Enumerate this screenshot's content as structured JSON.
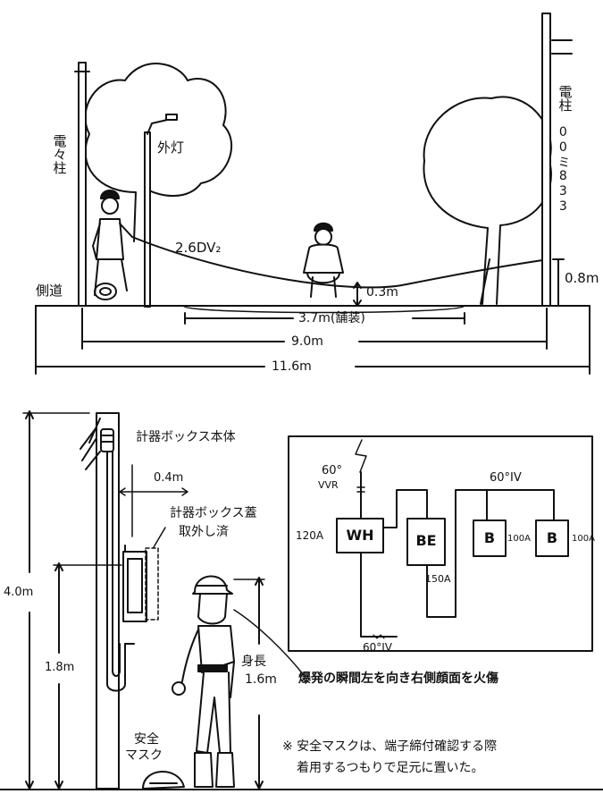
{
  "top": {
    "pole_left_label": "電々柱",
    "light_label": "外灯",
    "wire_label": "2.6DV₂",
    "sidewalk_label": "側道",
    "pole_right_label": "電柱",
    "pole_right_number": "00ミ833",
    "height_wire": "0.8m",
    "height_sag": "0.3m",
    "paved_width": "3.7m(舗装)",
    "road_width": "9.0m",
    "total_width": "11.6m"
  },
  "bottom": {
    "meter_box_label": "計器ボックス本体",
    "offset_label": "0.4m",
    "cover_label_1": "計器ボックス蓋",
    "cover_label_2": "取外し済",
    "pole_height": "4.0m",
    "box_height": "1.8m",
    "body_height_label": "身長",
    "body_height": "1.6m",
    "mask_label_1": "安全",
    "mask_label_2": "マスク",
    "burn_note": "爆発の瞬間左を向き右側顔面を火傷",
    "footnote_1": "※ 安全マスクは、端子締付確認する際",
    "footnote_2": "着用するつもりで足元に置いた。"
  },
  "circuit": {
    "cable_in": "60°",
    "cable_in_type": "VVR",
    "wh_amp": "120A",
    "wh_label": "WH",
    "be_label": "BE",
    "be_amp": "150A",
    "cable_mid": "60°IV",
    "cable_bottom": "60°IV",
    "b1_label": "B",
    "b1_amp": "100A",
    "b2_label": "B",
    "b2_amp": "100A"
  }
}
